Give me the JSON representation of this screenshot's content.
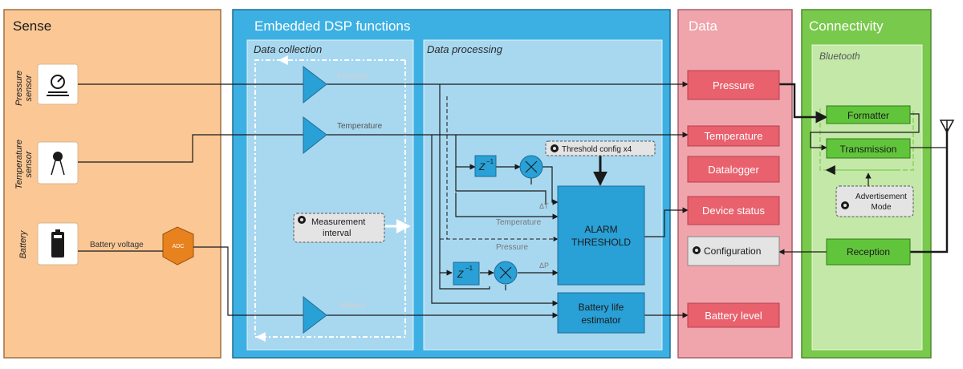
{
  "sections": {
    "sense": "Sense",
    "dsp": "Embedded DSP functions",
    "data": "Data",
    "connectivity": "Connectivity"
  },
  "subsections": {
    "collection": "Data collection",
    "processing": "Data processing",
    "bluetooth": "Bluetooth"
  },
  "sensors": {
    "pressure": [
      "Pressure",
      "sensor"
    ],
    "temperature": [
      "Temperature",
      "sensor"
    ],
    "battery": "Battery"
  },
  "labels": {
    "battery_voltage": "Battery voltage",
    "adc": "ADC",
    "measurement_interval": [
      "Measurement",
      "interval"
    ],
    "threshold_config": "Threshold config x4",
    "alarm": [
      "ALARM",
      "THRESHOLD"
    ],
    "z_inverse": "Z",
    "z_exp": "−1",
    "delta_t": "ΔT",
    "delta_p": "ΔP",
    "temperature_signal": "Temperature",
    "pressure_signal": "Pressure",
    "battery_life": [
      "Battery life",
      "estimator"
    ],
    "advertisement": [
      "Advertisement",
      "Mode"
    ]
  },
  "signals": {
    "pressure": "Pressure",
    "temperature": "Temperature",
    "battery": "Battery"
  },
  "data_items": {
    "pressure": "Pressure",
    "temperature": "Temperature",
    "datalogger": "Datalogger",
    "device_status": "Device status",
    "configuration": "Configuration",
    "battery_level": "Battery level"
  },
  "bluetooth_blocks": {
    "formatter": "Formatter",
    "transmission": "Transmission",
    "reception": "Reception"
  },
  "colors": {
    "sense_bg": "#fac795",
    "dsp_bg": "#3cb0e3",
    "sub_bg": "#a8d8f0",
    "data_bg": "#f0a4ac",
    "data_item": "#e8616d",
    "conn_bg": "#79c94c",
    "bt_bg": "#c3e8a8",
    "bt_block": "#61c53b"
  }
}
